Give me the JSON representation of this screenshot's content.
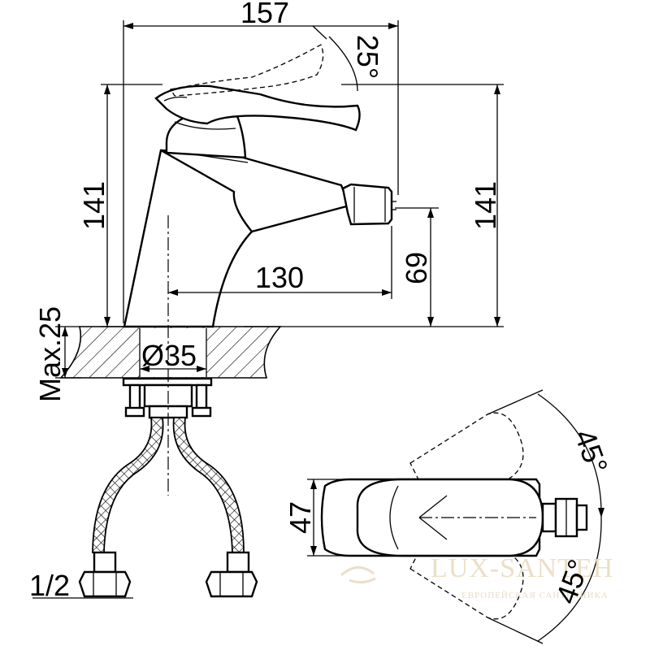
{
  "dimensions": {
    "width_overall": "157",
    "lever_angle": "25°",
    "height_left": "141",
    "height_right": "141",
    "spout_reach": "130",
    "spout_height": "69",
    "max_thickness": "Max.25",
    "hole_diameter": "Ø35",
    "connection_thread": "1/2",
    "top_view_width": "47",
    "rotation_angle_upper": "45°",
    "rotation_angle_lower": "45°"
  },
  "watermark": {
    "brand": "LUX-SANTEH",
    "tagline": "ЕВРОПЕЙСКАЯ САНТЕХНИКА"
  },
  "colors": {
    "line": "#000000",
    "background": "#ffffff",
    "watermark": "#e9dcc2"
  }
}
